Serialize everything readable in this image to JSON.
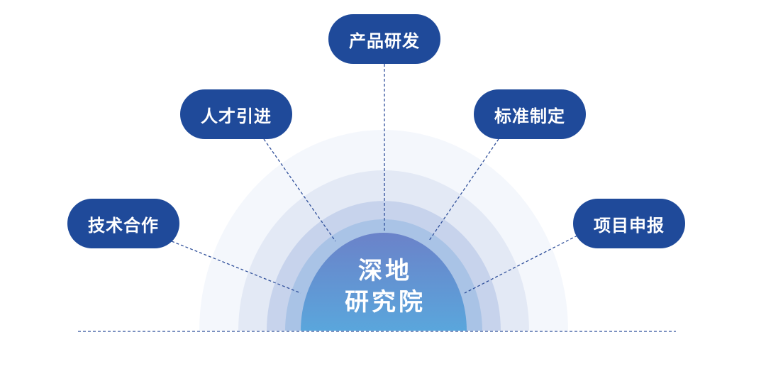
{
  "center": {
    "line1": "深地",
    "line2": "研究院"
  },
  "nodes": [
    {
      "id": "product-rd",
      "label": "产品研发"
    },
    {
      "id": "talent",
      "label": "人才引进"
    },
    {
      "id": "standard",
      "label": "标准制定"
    },
    {
      "id": "tech-coop",
      "label": "技术合作"
    },
    {
      "id": "project",
      "label": "项目申报"
    }
  ],
  "colors": {
    "pill": "#1f4a9a",
    "connector": "#2f4f9a",
    "ring_outer": "#f4f7fc",
    "ring_2": "#e3e9f5",
    "ring_3": "#c7d3ec",
    "ring_4": "#a9c3e6",
    "core_top": "#6b82c9",
    "core_bottom": "#5aa6dc"
  }
}
